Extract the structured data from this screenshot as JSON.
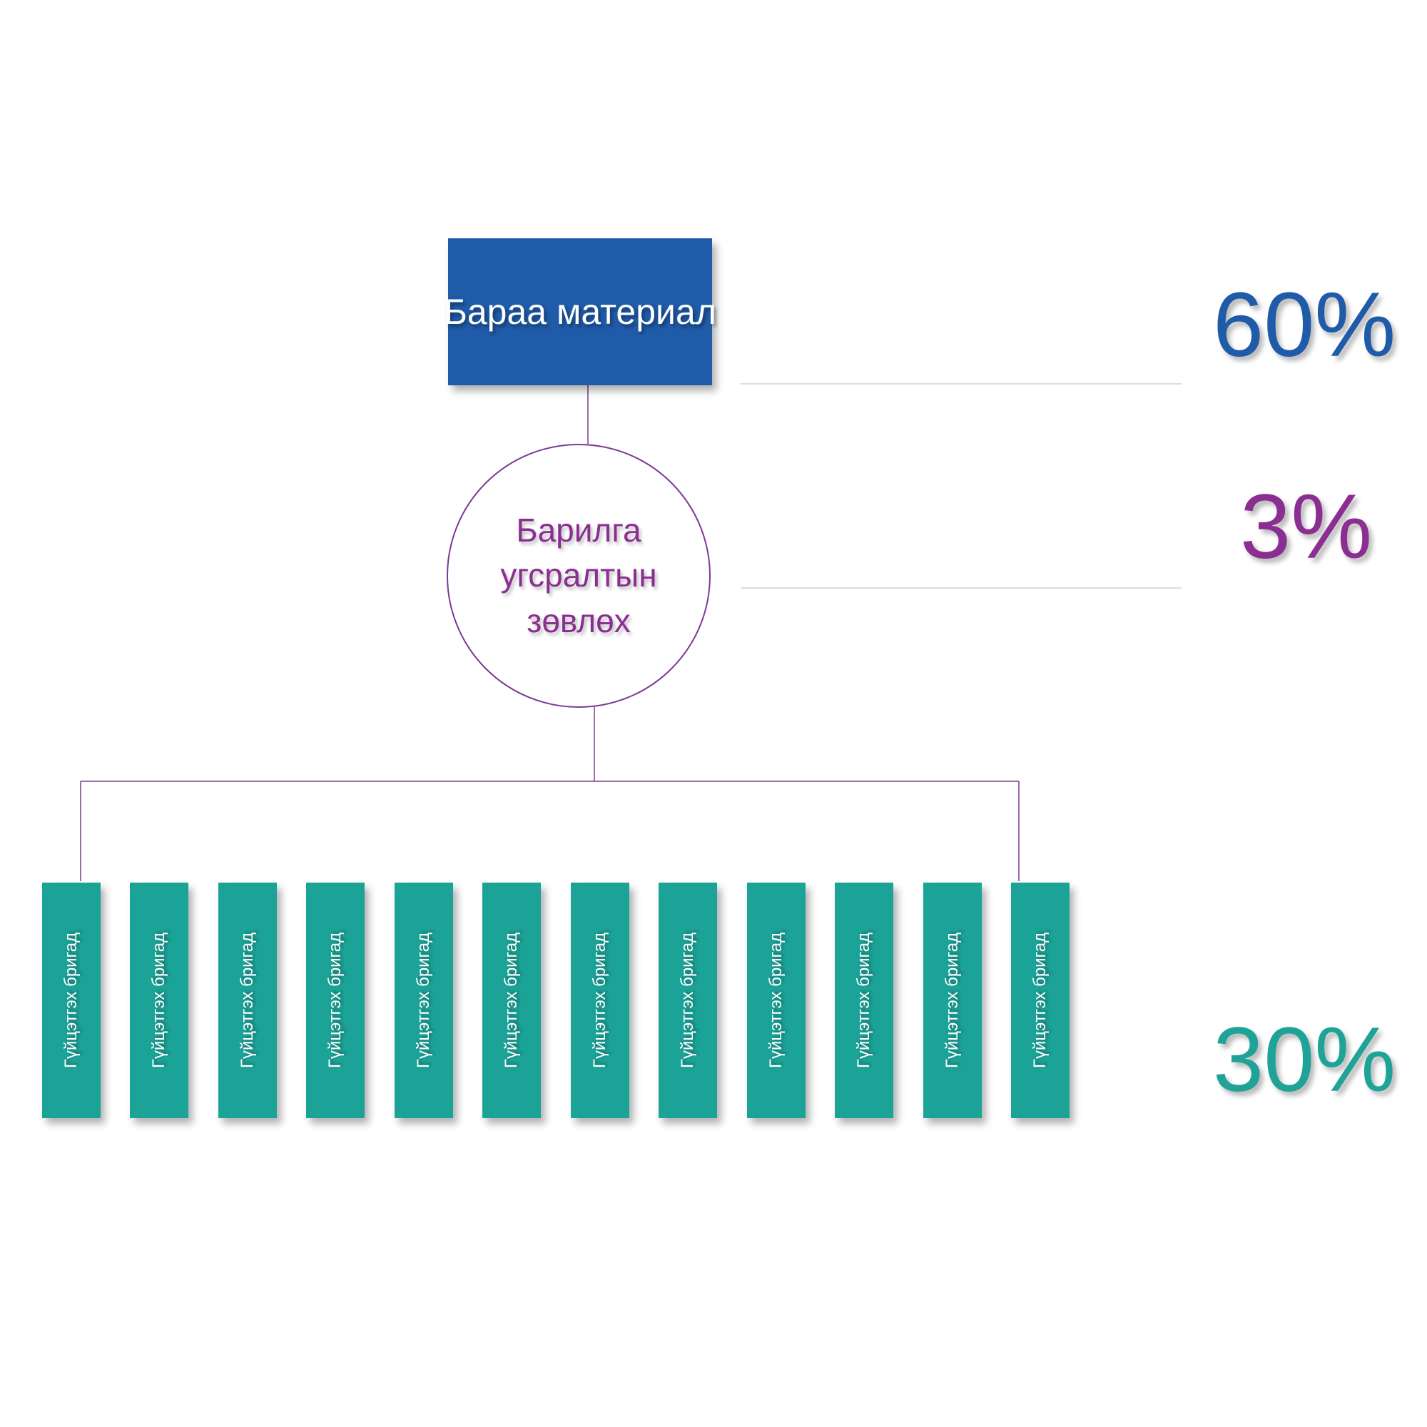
{
  "top_node": {
    "label": "Бараа материал",
    "color": "#1f5ba8"
  },
  "middle_node": {
    "label": "Барилга угсралтын зөвлөх",
    "color": "#8a2f91"
  },
  "brigades": {
    "color": "#1ca398",
    "items": [
      {
        "label": "Гүйцэтгэх бригад"
      },
      {
        "label": "Гүйцэтгэх бригад"
      },
      {
        "label": "Гүйцэтгэх бригад"
      },
      {
        "label": "Гүйцэтгэх бригад"
      },
      {
        "label": "Гүйцэтгэх бригад"
      },
      {
        "label": "Гүйцэтгэх бригад"
      },
      {
        "label": "Гүйцэтгэх бригад"
      },
      {
        "label": "Гүйцэтгэх бригад"
      },
      {
        "label": "Гүйцэтгэх бригад"
      },
      {
        "label": "Гүйцэтгэх бригад"
      },
      {
        "label": "Гүйцэтгэх бригад"
      },
      {
        "label": "Гүйцэтгэх бригад"
      }
    ]
  },
  "percentages": {
    "top": "60%",
    "middle": "3%",
    "bottom": "30%"
  }
}
